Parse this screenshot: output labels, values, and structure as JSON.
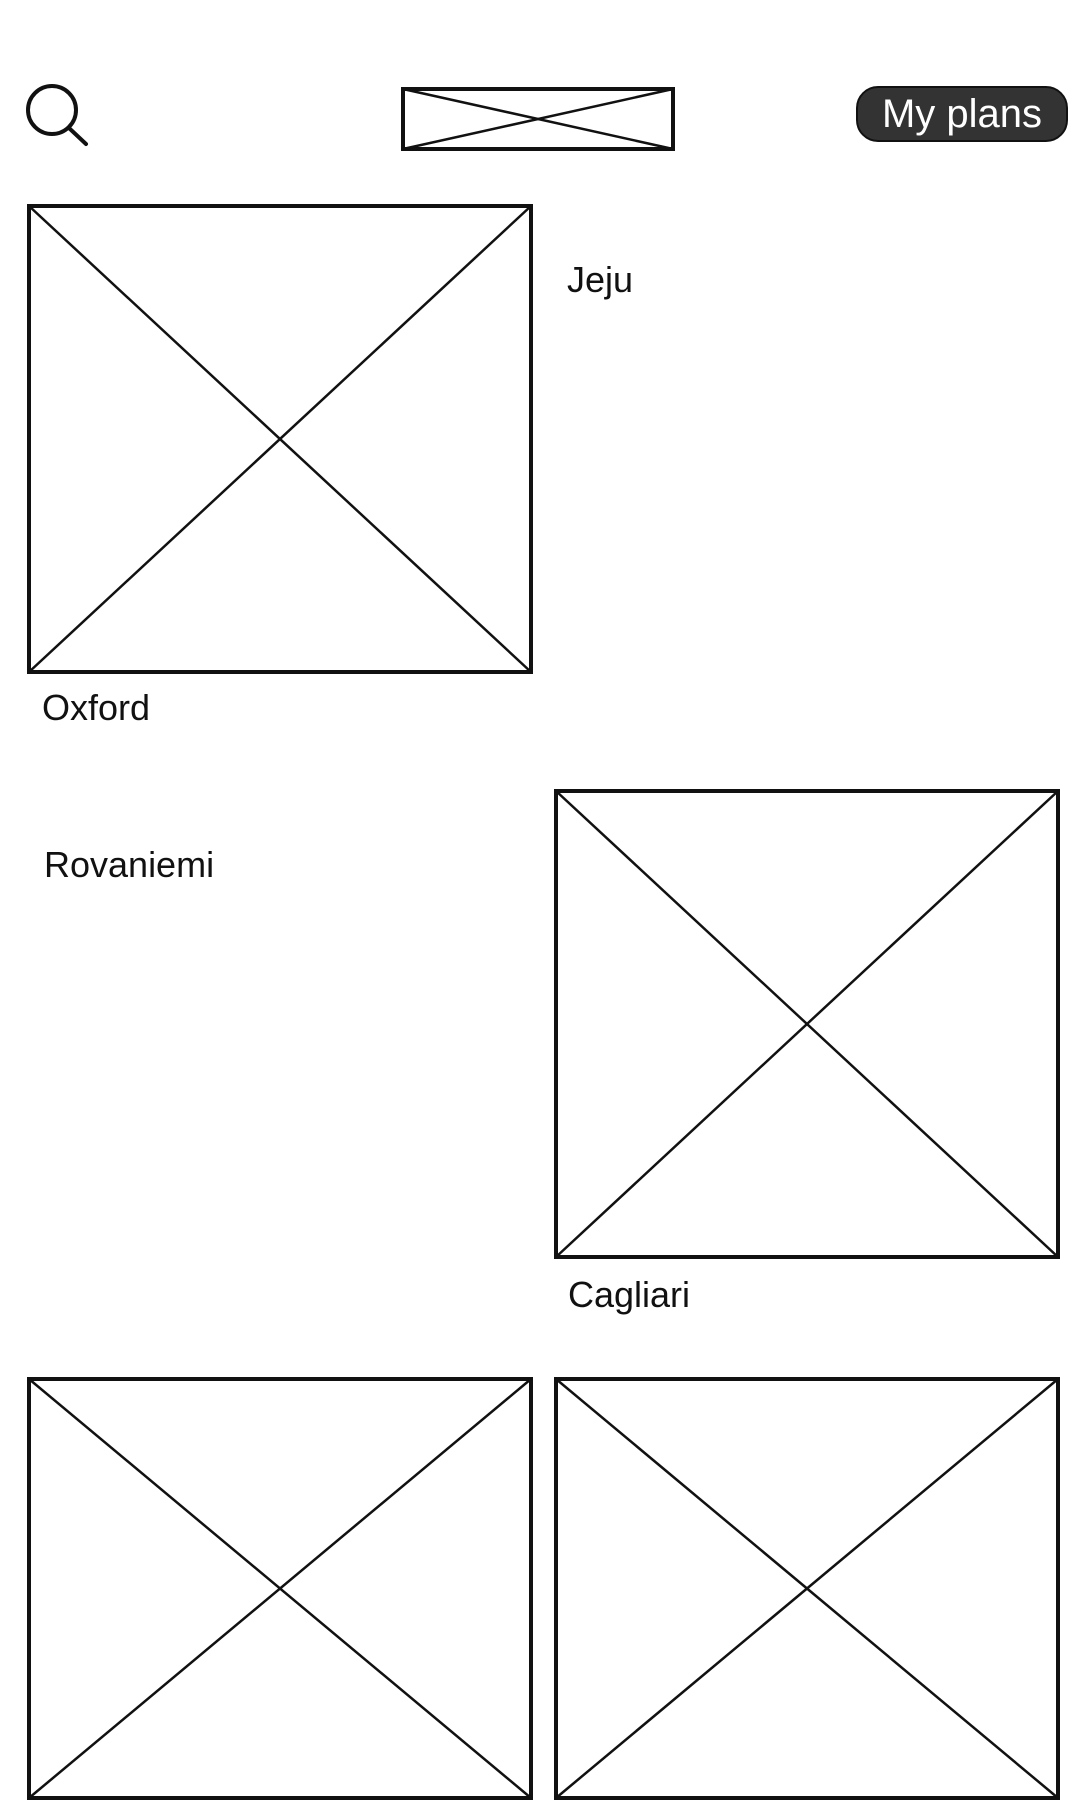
{
  "header": {
    "search_icon": "search-icon",
    "logo_icon": "image-placeholder-icon",
    "plans_label": "My plans"
  },
  "destinations": [
    {
      "label": "Jeju"
    },
    {
      "label": "Oxford"
    },
    {
      "label": "Rovaniemi"
    },
    {
      "label": "Cagliari"
    }
  ],
  "colors": {
    "plans_button_bg": "#333333",
    "plans_button_text": "#ffffff",
    "stroke": "#111111"
  }
}
